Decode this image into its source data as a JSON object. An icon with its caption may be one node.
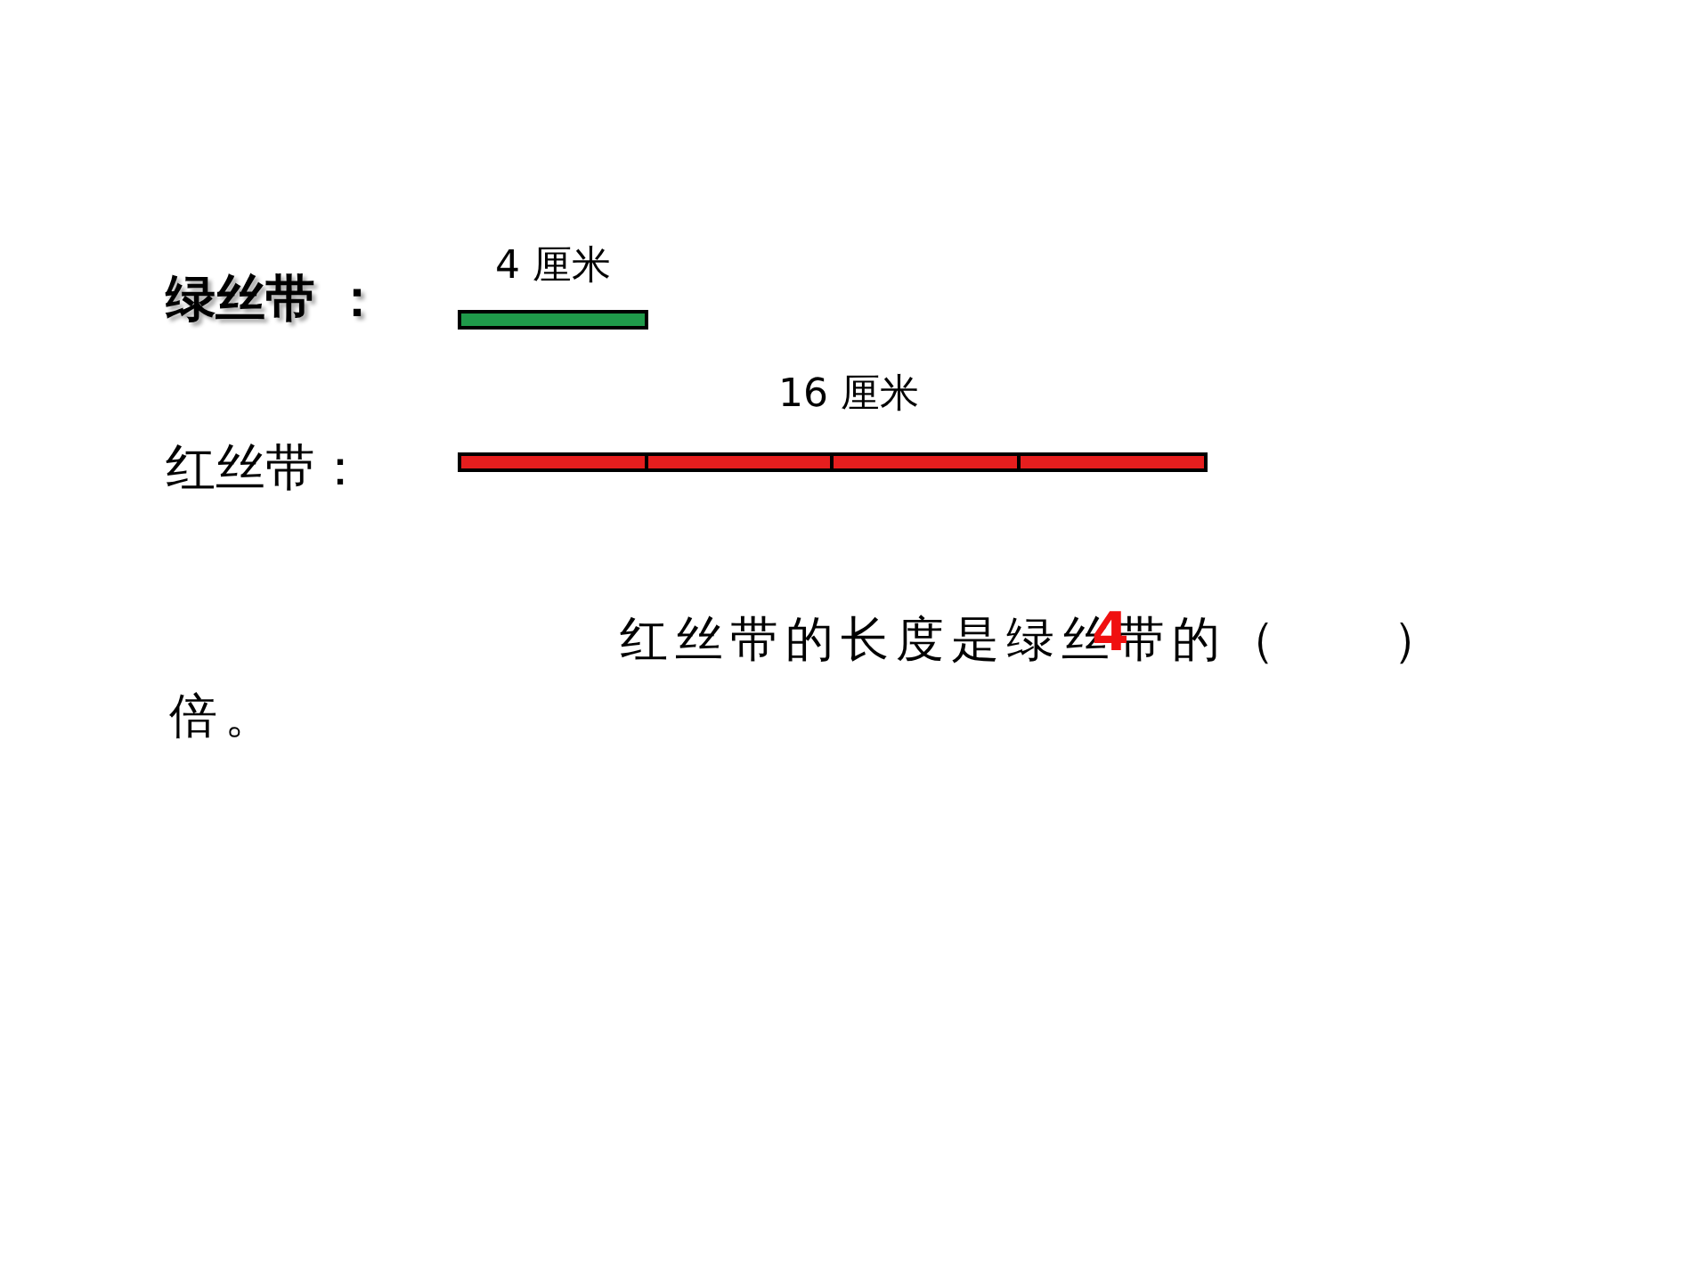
{
  "diagram": {
    "labels": [
      "4 厘米",
      "绿丝带 ：",
      "16 厘米",
      "红丝带：",
      "红丝带的长度是绿丝带的（　　）倍。",
      "4"
    ]
  }
}
